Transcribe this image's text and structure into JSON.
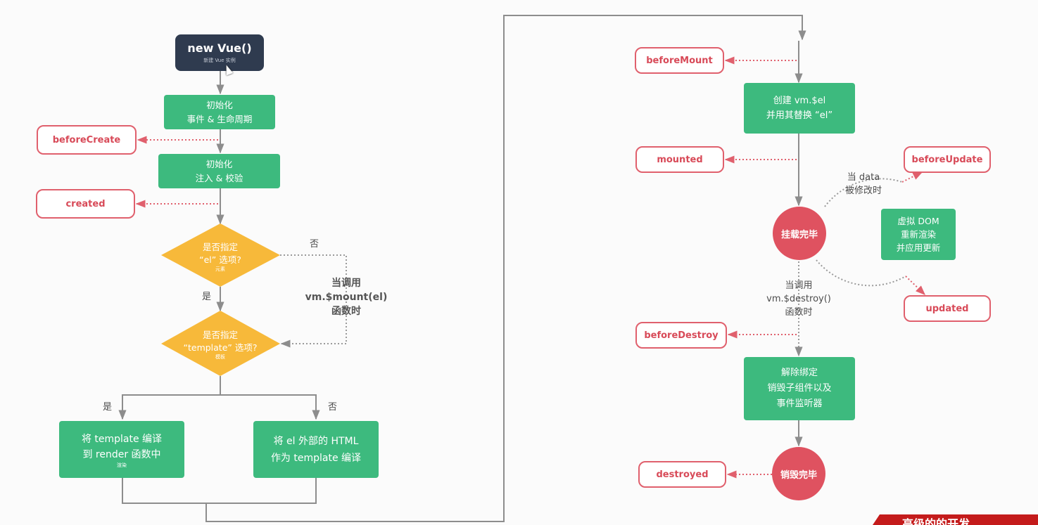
{
  "start": {
    "title": "new Vue()",
    "subtitle": "新建 Vue 实例"
  },
  "init_events": {
    "line1": "初始化",
    "line2": "事件 & 生命周期"
  },
  "init_inject": {
    "line1": "初始化",
    "line2": "注入 & 校验"
  },
  "diamond_el": {
    "line1": "是否指定",
    "line2": "“el” 选项?",
    "note": "元素"
  },
  "diamond_template": {
    "line1": "是否指定",
    "line2": "“template” 选项?",
    "note": "模板"
  },
  "compile_template": {
    "line1": "将 template 编译",
    "line2": "到 render 函数中",
    "note": "渲染"
  },
  "compile_outer": {
    "line1": "将 el 外部的 HTML",
    "line2": "作为 template 编译"
  },
  "labels": {
    "no_el": "否",
    "yes_el": "是",
    "mount_call": [
      "当调用",
      "vm.$mount(el)",
      "函数时"
    ],
    "yes_template": "是",
    "no_template": "否",
    "data_changed": [
      "当 data",
      "被修改时"
    ],
    "destroy_call": [
      "当调用",
      "vm.$destroy()",
      "函数时"
    ]
  },
  "hooks": {
    "beforeCreate": "beforeCreate",
    "created": "created",
    "beforeMount": "beforeMount",
    "mounted": "mounted",
    "beforeUpdate": "beforeUpdate",
    "updated": "updated",
    "beforeDestroy": "beforeDestroy",
    "destroyed": "destroyed"
  },
  "create_el": {
    "line1": "创建 vm.$el",
    "line2": "并用其替换 “el”"
  },
  "mounted_circle": "挂载完毕",
  "virtual_dom": {
    "line1": "虚拟 DOM",
    "line2": "重新渲染",
    "line3": "并应用更新"
  },
  "teardown": {
    "line1": "解除绑定",
    "line2": "销毁子组件以及",
    "line3": "事件监听器"
  },
  "destroyed_circle": "销毁完毕",
  "banner": "高级的的开发"
}
